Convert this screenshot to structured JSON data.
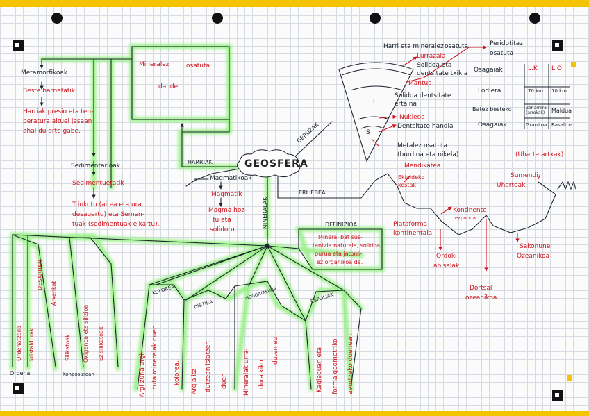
{
  "colors": {
    "red": "#d0101b",
    "green": "#8ef07a",
    "ink": "#202530",
    "yellow": "#f5c400"
  },
  "center": "GEOSFERA",
  "branches": {
    "harriak": "HARRIAK",
    "mineralak": "MINERALAK",
    "geruzak": "GERUZAK",
    "erliebea": "ERLIEBEA"
  },
  "rocks": {
    "minerals_box": [
      "Mineralez",
      "osatuta",
      "daude."
    ],
    "metamorphic": "Metamorfikoak",
    "metamorphic_from": "Beste harrietatik",
    "metamorphic_desc": [
      "Harriak presio eta ten-",
      "peratura altuei jasaan",
      "ahal du arte gabe."
    ],
    "sedimentary": "Sedimentarioak",
    "sedimentary_from": "Sedimentuetatik",
    "sedimentary_desc": [
      "Trinkotu (airea eta ura",
      "desagertu) eta Semen-",
      "tuak (sedimentuak elkartu)."
    ],
    "magmatic": "Magmatikoak",
    "magmatic_from": "Magmatik",
    "magmatic_desc": [
      "Magma hoz-",
      "tu eta",
      "solidotu"
    ]
  },
  "layers": {
    "title_top": "Harri eta mineralez",
    "composed": "osatuta",
    "crust": "Lurrazala",
    "crust_desc": [
      "Solidoa eta",
      "dentsitate txikia"
    ],
    "mantle": "Mantua",
    "mantle_desc": [
      "Solidoa dentsitate",
      "ertaina"
    ],
    "peridotite": [
      "Peridotitaz",
      "osatuta"
    ],
    "core": "Nukleoa",
    "core_desc": "Dentsitate handia",
    "metals": [
      "Metalez osatuta",
      "(burdina eta nikela)"
    ],
    "label_L": "L",
    "label_S": "S",
    "table_head": [
      "L.K",
      "L.O"
    ],
    "table_rows": [
      {
        "label": "Osagaiak",
        "k": "",
        "o": ""
      },
      {
        "label": "Lodiera",
        "k": "70 km",
        "o": "10 km"
      },
      {
        "label": "Batez besteko",
        "k": "Zaharrera (arrokak)",
        "o": "Maldua"
      },
      {
        "label": "Osagaiak",
        "k": "Granitoa",
        "o": "Basaltoa"
      }
    ]
  },
  "relief": {
    "mountains": "Mendikatea",
    "coast": [
      "Ekialdeko",
      "kostak"
    ],
    "volcano_label": "(Uharte artxak)",
    "volcano": [
      "Sumendi",
      "Uharteak"
    ],
    "shelf": [
      "Plataforma",
      "kontinentala"
    ],
    "slope": [
      "Kontinente",
      "ezponda"
    ],
    "plains": [
      "Ordoki",
      "abisalak"
    ],
    "ridge": [
      "Dortsal",
      "ozeanikoa"
    ],
    "trench": [
      "Sakonune",
      "Ozeanikoa"
    ]
  },
  "definition": {
    "title": "DEFINIZIOA",
    "text": [
      "Mineral bat sus-",
      "tantzia naturala, solidoa,",
      "purua eta jatorri-",
      "ez organikoa da."
    ]
  },
  "properties": [
    {
      "name": "KOLOREA",
      "desc": [
        "Argi zuria argi-",
        "tuta mineralak duen",
        "kolorea."
      ]
    },
    {
      "name": "DISTIRA",
      "desc": [
        "Argia itz-",
        "dutzean islatzen",
        "duen"
      ]
    },
    {
      "name": "GOGORTASUNA",
      "desc": [
        "Mineralak urra-",
        "dura kiko",
        "duten eu"
      ]
    },
    {
      "name": "ESPOLIAK",
      "desc": [
        "Kagladuan eta",
        "forma geometriko",
        "apurtzeko duenean"
      ]
    },
    {
      "name": "DESARRAN",
      "desc": [
        "Ordenatzaila",
        "kristaldurak"
      ]
    },
    {
      "name": "Arxenkat",
      "desc": [
        "Silikatoak",
        "Oxigenoa eta silizioa",
        "Ez silikatoak"
      ]
    }
  ],
  "classification": {
    "order": "Ordena",
    "composition": "Konposizioan"
  }
}
